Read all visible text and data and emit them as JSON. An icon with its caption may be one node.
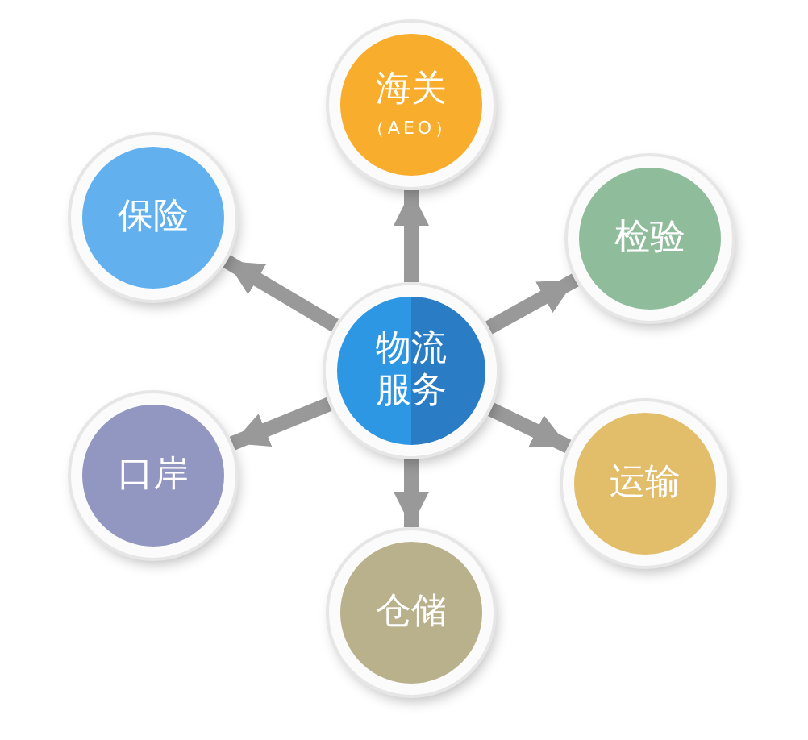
{
  "diagram": {
    "nodes": [
      {
        "text": [
          "物流服务"
        ]
      },
      {
        "text": [
          "海关",
          "（AEO）"
        ]
      },
      {
        "text": [
          "检验"
        ]
      },
      {
        "text": [
          "运输"
        ]
      },
      {
        "text": [
          "仓储"
        ]
      },
      {
        "text": [
          "口岸"
        ]
      },
      {
        "text": [
          "保险"
        ]
      }
    ],
    "edges": [
      {
        "from": 0,
        "to": 1,
        "arrow": "to"
      },
      {
        "from": 0,
        "to": 2,
        "arrow": "to"
      },
      {
        "from": 0,
        "to": 3,
        "arrow": "to"
      },
      {
        "from": 0,
        "to": 4,
        "arrow": "to"
      },
      {
        "from": 0,
        "to": 5,
        "arrow": "to"
      },
      {
        "from": 0,
        "to": 6,
        "arrow": "to"
      }
    ]
  }
}
